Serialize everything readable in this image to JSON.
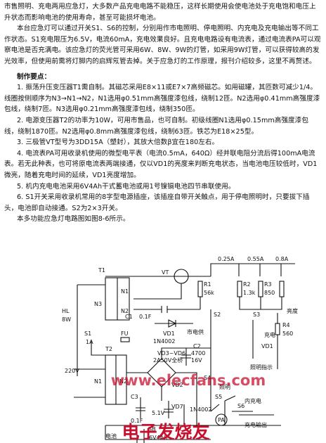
{
  "paragraphs": [
    "市售照明、充电两用应急灯，大多数产品充电电路不能稳压，这样长期使用会使电池处于充电饱和电压上升状态而影响电池的使用寿命，甚至可能损坏电池。",
    "本台应急灯可以通过开关S1、S6的控制，分别用作市电照明、停电照明、内充电及充电输出等不同工作状态。S1充电限压为6.5V，电流60mA，充电效果良好。且充电电路设有电流表，通过电流表PA可以观察电池是否充满电。该应急灯的荧光管可采用6W、8W、9W的灯管，如采用9W灯管，可以获得较高的发光效率，但使用前需将灯脚内的启辉氖管去掉。关于应急灯的工作原理，报刊介绍较多，这里不再赘述。"
  ],
  "heading": "制作要点：",
  "items": [
    "1. 振荡升压变压器T1需自制。其磁芯采用E8×11或E7×7高频磁芯。如用磁罐，其匝数可减少1/4。线圈按侧顺序为N3→N1→N2，N1选用φ0.51mm高强度漆包线，绕制12匝。N2选用φ0.41mm高强度漆包线，绕制7匝。N3选用φ0.21mm高强度漆包线，绕制350匝。",
    "2. 电源变压器T2的功率为10W，可用市售品，也可自制。初级线圈N1选用φ0.15mm高强度漆包线，绕制1870匝。N2选用φ0.8mm高强度漆包线，绕制63匝。铁芯为E18×25型。",
    "3. 三极管VT型号为3DD15A（塑封），其放大倍数β宜在180左右。",
    "4. 电流表PA可用收录机使用的微型电平表（电流0.5mA，640Ω）经并联电阻分流后得100mA电流表。若无此种表，也可将原电流表两端接通，仅以VD1的亮度来判断充电状态，当电池电压较低时，VD1微亮，随着充电时间的延续，VD1亮度增加。",
    "5. 机内充电电池采用6V4Ah干式蓄电池或用1号镍镉电池四节串联使用。",
    "6. S1开关采用收录机常用的8字型电源插座，该插座自带开关触点，用于停电照明时，只要拔下插头，电池即自动接通。S2为2×3开关。"
  ],
  "closing": "本多功能应急灯电路图如图8-6所示。",
  "watermark": {
    "overlay": "www.elecfans.com",
    "footer": "电子发烧友",
    "color": "#c8102e"
  },
  "diagram": {
    "lamp": [
      "HL",
      "8W"
    ],
    "transistor": "VT",
    "transformer_t1": [
      "T1",
      "N1",
      "N2",
      "N3"
    ],
    "capacitor_c1": "C1",
    "capacitor_c1_value": "0.1F",
    "diode_vd1": "VD1",
    "diode_vd1_model": "1N4002",
    "mains_label": "市电供",
    "capacitor_c2": [
      "C2",
      "4700",
      "16V"
    ],
    "s1_label": [
      "S1",
      "1A"
    ],
    "fuse": "FU",
    "transformer_t2": [
      "T2",
      "N1",
      "N2"
    ],
    "mains_voltage": "220V",
    "bridge": [
      "VD3~VD6",
      "2A50V全桥"
    ],
    "vd2": "VD2",
    "cap_bottom": [
      "C3",
      "0.1F"
    ],
    "zener": [
      "5.1V",
      "VD7"
    ],
    "diode_bottom": "1N4002",
    "battery": [
      "GB",
      "6V4Ah"
    ],
    "battery_label": "电池",
    "meter": "PA",
    "switch_labels": [
      "S2",
      "S3",
      "S4",
      "S5",
      "S6"
    ],
    "current_taps": [
      "0.25A",
      "0.55A",
      "0.8A"
    ],
    "resistors": [
      "R1",
      "56k",
      "R2",
      "1.3k",
      "R3",
      "850"
    ],
    "brightness": "亮度",
    "r4": [
      "R4",
      "560"
    ],
    "vd_indicator": "VD1",
    "indicator_label": "照明指示",
    "charge_label": "充电",
    "lighting_label": "照明",
    "internal_charge": "内充电",
    "charge_output": "充电输出"
  }
}
